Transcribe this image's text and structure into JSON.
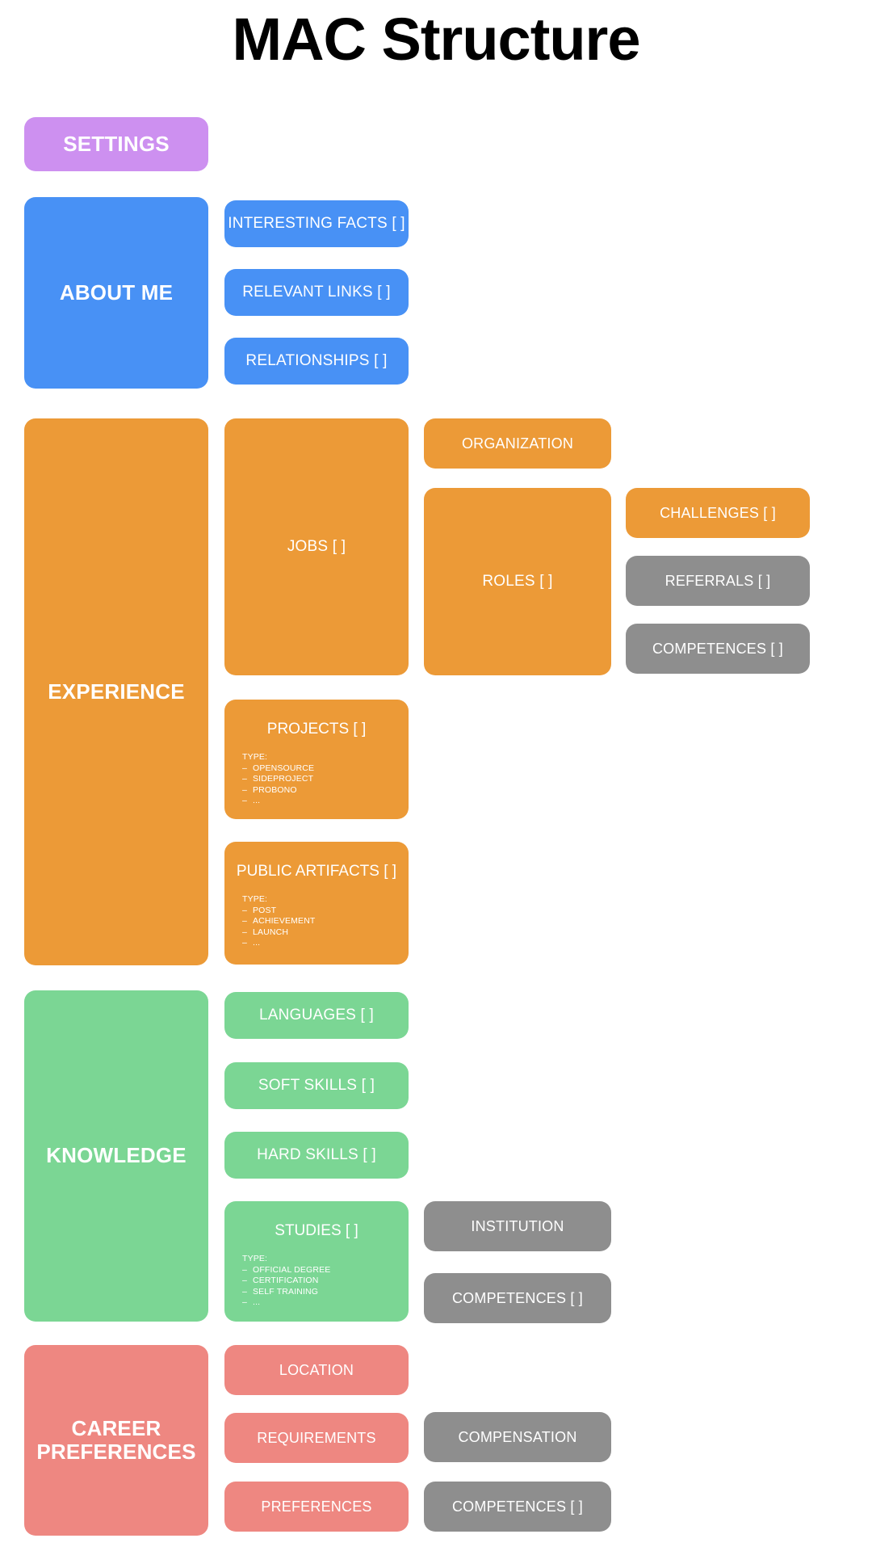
{
  "title": "MAC Structure",
  "palette": {
    "purple": "#cd90f0",
    "blue": "#4891f5",
    "orange": "#ec9a37",
    "green": "#7bd694",
    "red": "#ee8781",
    "gray": "#8e8e8e",
    "background": "#ffffff",
    "text_on_card": "#ffffff",
    "title_text": "#000000"
  },
  "sections": [
    {
      "key": "settings",
      "root": {
        "label": "SETTINGS",
        "color": "purple"
      },
      "children": []
    },
    {
      "key": "about_me",
      "root": {
        "label": "ABOUT ME",
        "color": "blue"
      },
      "children": [
        {
          "label": "INTERESTING FACTS [ ]",
          "color": "blue"
        },
        {
          "label": "RELEVANT LINKS [ ]",
          "color": "blue"
        },
        {
          "label": "RELATIONSHIPS [ ]",
          "color": "blue"
        }
      ]
    },
    {
      "key": "experience",
      "root": {
        "label": "EXPERIENCE",
        "color": "orange"
      },
      "children": [
        {
          "label": "JOBS [ ]",
          "color": "orange"
        },
        {
          "label": "ORGANIZATION",
          "color": "orange"
        },
        {
          "label": "ROLES [ ]",
          "color": "orange"
        },
        {
          "label": "CHALLENGES [ ]",
          "color": "orange"
        },
        {
          "label": "REFERRALS [ ]",
          "color": "gray"
        },
        {
          "label": "COMPETENCES [ ]",
          "color": "gray"
        },
        {
          "label": "PROJECTS [ ]",
          "color": "orange",
          "type_heading": "TYPE:",
          "type_items": [
            "OPENSOURCE",
            "SIDEPROJECT",
            "PROBONO",
            "..."
          ]
        },
        {
          "label": "PUBLIC ARTIFACTS [ ]",
          "color": "orange",
          "type_heading": "TYPE:",
          "type_items": [
            "POST",
            "ACHIEVEMENT",
            "LAUNCH",
            "..."
          ]
        }
      ]
    },
    {
      "key": "knowledge",
      "root": {
        "label": "KNOWLEDGE",
        "color": "green"
      },
      "children": [
        {
          "label": "LANGUAGES [ ]",
          "color": "green"
        },
        {
          "label": "SOFT SKILLS [ ]",
          "color": "green"
        },
        {
          "label": "HARD SKILLS [ ]",
          "color": "green"
        },
        {
          "label": "STUDIES [ ]",
          "color": "green",
          "type_heading": "TYPE:",
          "type_items": [
            "OFFICIAL DEGREE",
            "CERTIFICATION",
            "SELF TRAINING",
            "..."
          ]
        },
        {
          "label": "INSTITUTION",
          "color": "gray"
        },
        {
          "label": "COMPETENCES [ ]",
          "color": "gray"
        }
      ]
    },
    {
      "key": "career_preferences",
      "root": {
        "label": "CAREER\nPREFERENCES",
        "color": "red"
      },
      "children": [
        {
          "label": "LOCATION",
          "color": "red"
        },
        {
          "label": "REQUIREMENTS",
          "color": "red"
        },
        {
          "label": "PREFERENCES",
          "color": "red"
        },
        {
          "label": "COMPENSATION",
          "color": "gray"
        },
        {
          "label": "COMPETENCES [ ]",
          "color": "gray"
        }
      ]
    }
  ],
  "nodes": {
    "settings": "SETTINGS",
    "about_me": "ABOUT ME",
    "interesting_facts": "INTERESTING FACTS [ ]",
    "relevant_links": "RELEVANT LINKS [ ]",
    "relationships": "RELATIONSHIPS [ ]",
    "experience": "EXPERIENCE",
    "jobs": "JOBS [ ]",
    "organization": "ORGANIZATION",
    "roles": "ROLES [ ]",
    "challenges": "CHALLENGES [ ]",
    "referrals": "REFERRALS [ ]",
    "competences_exp": "COMPETENCES [ ]",
    "projects": "PROJECTS [ ]",
    "public_artifacts": "PUBLIC ARTIFACTS [ ]",
    "knowledge": "KNOWLEDGE",
    "languages": "LANGUAGES [ ]",
    "soft_skills": "SOFT SKILLS [ ]",
    "hard_skills": "HARD SKILLS [ ]",
    "studies": "STUDIES [ ]",
    "institution": "INSTITUTION",
    "competences_know": "COMPETENCES [ ]",
    "career_preferences": "CAREER PREFERENCES",
    "career_preferences_line1": "CAREER",
    "career_preferences_line2": "PREFERENCES",
    "location": "LOCATION",
    "requirements": "REQUIREMENTS",
    "preferences": "PREFERENCES",
    "compensation": "COMPENSATION",
    "competences_career": "COMPETENCES [ ]"
  },
  "type_lists": {
    "projects": {
      "heading": "TYPE:",
      "items": [
        "OPENSOURCE",
        "SIDEPROJECT",
        "PROBONO",
        "..."
      ]
    },
    "public_artifacts": {
      "heading": "TYPE:",
      "items": [
        "POST",
        "ACHIEVEMENT",
        "LAUNCH",
        "..."
      ]
    },
    "studies": {
      "heading": "TYPE:",
      "items": [
        "OFFICIAL DEGREE",
        "CERTIFICATION",
        "SELF TRAINING",
        "..."
      ]
    }
  }
}
